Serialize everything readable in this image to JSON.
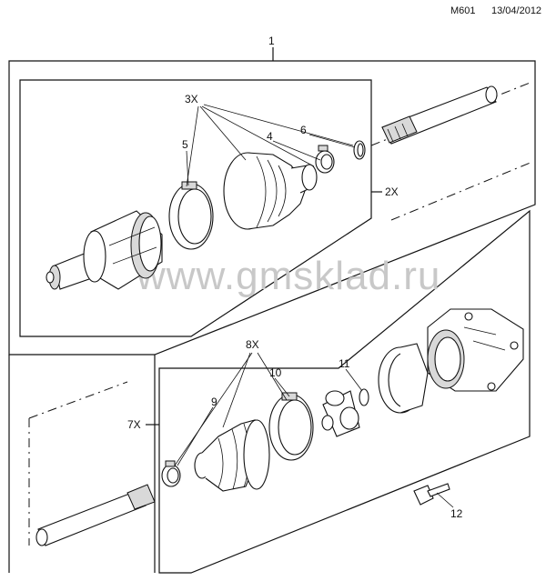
{
  "header": {
    "code": "M601",
    "date": "13/04/2012"
  },
  "watermark": "www.gmsklad.ru",
  "callouts": {
    "c1": "1",
    "c3x": "3X",
    "c4": "4",
    "c5": "5",
    "c6": "6",
    "c2x": "2X",
    "c7x": "7X",
    "c8x": "8X",
    "c9": "9",
    "c10": "10",
    "c11": "11",
    "c12": "12"
  }
}
